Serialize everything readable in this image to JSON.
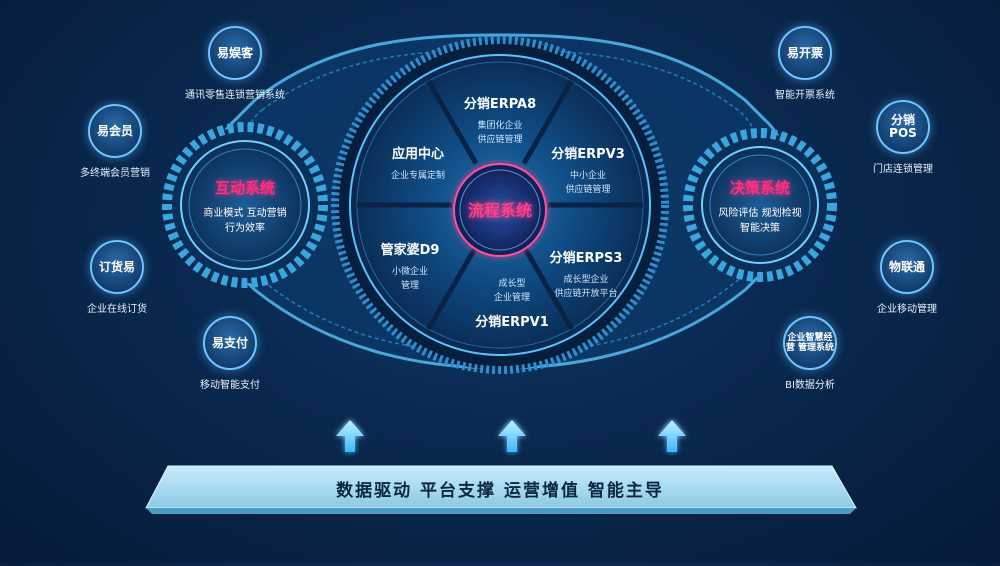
{
  "core": {
    "title": "流程系统"
  },
  "left_hub": {
    "title": "互动系统",
    "line1": "商业模式 互动营销",
    "line2": "行为效率"
  },
  "right_hub": {
    "title": "决策系统",
    "line1": "风险评估 规划检视",
    "line2": "智能决策"
  },
  "segments": [
    {
      "title": "分销ERPA8",
      "line1": "集团化企业",
      "line2": "供应链管理"
    },
    {
      "title": "分销ERPV3",
      "line1": "中小企业",
      "line2": "供应链管理"
    },
    {
      "title": "分销ERPS3",
      "line1": "成长型企业",
      "line2": "供应链开放平台"
    },
    {
      "title": "分销ERPV1",
      "line1": "成长型",
      "line2": "企业管理"
    },
    {
      "title": "管家婆D9",
      "line1": "小微企业",
      "line2": "管理"
    },
    {
      "title": "应用中心",
      "line1": "企业专属定制",
      "line2": ""
    }
  ],
  "left_nodes": [
    {
      "badge": "易娱客",
      "label": "通讯零售连锁营销系统"
    },
    {
      "badge": "易会员",
      "label": "多终端会员营销"
    },
    {
      "badge": "订货易",
      "label": "企业在线订货"
    },
    {
      "badge": "易支付",
      "label": "移动智能支付"
    }
  ],
  "right_nodes": [
    {
      "badge": "易开票",
      "label": "智能开票系统"
    },
    {
      "badge": "分销 POS",
      "label": "门店连锁管理"
    },
    {
      "badge": "物联通",
      "label": "企业移动管理"
    },
    {
      "badge": "企业智慧经营 管理系统",
      "label": "BI数据分析"
    }
  ],
  "bottom_bar": {
    "text": "数据驱动  平台支撑  运营增值  智能主导"
  },
  "colors": {
    "accent_cyan": "#4fd3ff",
    "accent_pink": "#ff2e7e",
    "bar_fill": "#a9dcf0",
    "panel_dark": "#0b2a50"
  }
}
